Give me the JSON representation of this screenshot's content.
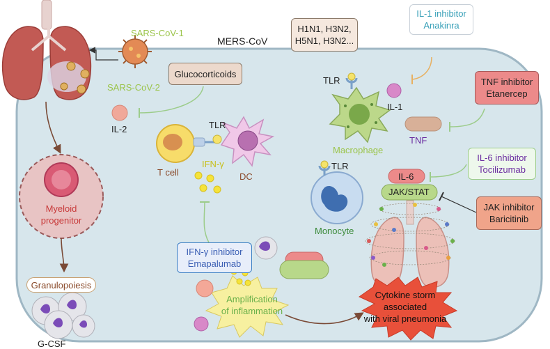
{
  "pathogens": {
    "sars_cov_1": "SARS-CoV-1",
    "sars_cov_2": "SARS-CoV-2",
    "mers_cov": "MERS-CoV",
    "influenza_line1": "H1N1, H3N2,",
    "influenza_line2": "H5N1, H3N2..."
  },
  "drugs": {
    "glucocorticoids": "Glucocorticoids",
    "il1_title": "IL-1 inhibitor",
    "il1_name": "Anakinra",
    "tnf_title": "TNF inhibitor",
    "tnf_name": "Etanercep",
    "il6_title": "IL-6 inhibitor",
    "il6_name": "Tocilizumab",
    "jak_title": "JAK inhibitor",
    "jak_name": "Baricitinib",
    "ifng_title": "IFN-γ inhibitor",
    "ifng_name": "Emapalumab"
  },
  "cells": {
    "t_cell": "T cell",
    "dc": "DC",
    "macrophage": "Macrophage",
    "monocyte": "Monocyte",
    "tlr_dc": "TLR",
    "tlr_macrophage": "TLR",
    "tlr_monocyte": "TLR",
    "myeloid_line1": "Myeloid",
    "myeloid_line2": "progenitor"
  },
  "cytokines": {
    "il2": "IL-2",
    "il1": "IL-1",
    "tnf": "TNF",
    "ifng": "IFN-γ",
    "il6": "IL-6",
    "jakstat": "JAK/STAT",
    "gcsf": "G-CSF"
  },
  "processes": {
    "granulopoiesis": "Granulopoiesis",
    "amplification_line1": "Amplification",
    "amplification_line2": "of inflammation",
    "storm_line1": "Cytokine storm",
    "storm_line2": "associated",
    "storm_line3": "with viral pneumonia"
  },
  "colors": {
    "cell_background": "#d7e6ec",
    "cell_border": "#9fb7c4",
    "accent_green": "#7cb342",
    "accent_purple": "#6a2ca0",
    "accent_blue": "#3b7fc4",
    "accent_teal": "#38a0b8",
    "tnf_box": "#ec8a8a",
    "jak_box": "#f0a48a",
    "glucocorticoid_box": "#ecd9cc",
    "storm_red": "#e8503a"
  }
}
